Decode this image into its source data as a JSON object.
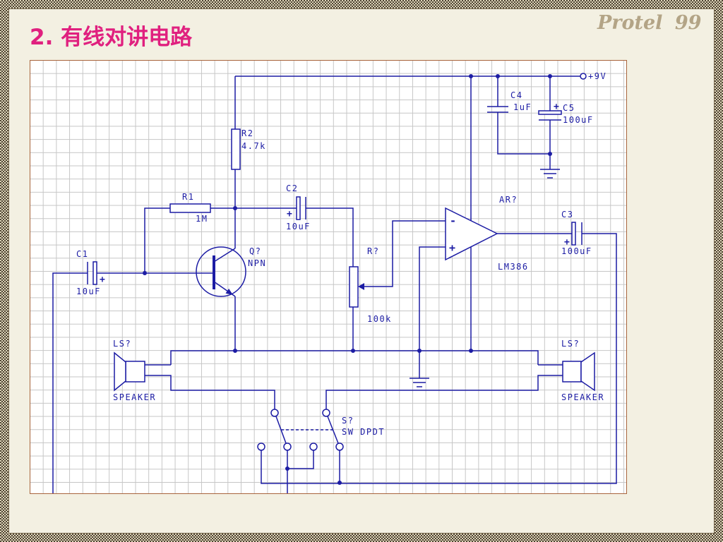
{
  "slide": {
    "title": "2. 有线对讲电路",
    "brand": "Protel 99"
  },
  "schematic": {
    "supply_label": "+9V",
    "marks": {
      "plus": "+",
      "minus": "-"
    },
    "c4": {
      "ref": "C4",
      "value": "1uF"
    },
    "c5": {
      "ref": "C5",
      "value": "100uF"
    },
    "r2": {
      "ref": "R2",
      "value": "4.7k"
    },
    "r1": {
      "ref": "R1",
      "value": "1M"
    },
    "c2": {
      "ref": "C2",
      "value": "10uF"
    },
    "opamp": {
      "ref": "AR?",
      "part": "LM386"
    },
    "c3": {
      "ref": "C3",
      "value": "100uF"
    },
    "q": {
      "ref": "Q?",
      "type": "NPN"
    },
    "c1": {
      "ref": "C1",
      "value": "10uF"
    },
    "pot": {
      "ref": "R?",
      "value": "100k"
    },
    "speaker_left": {
      "ref": "LS?",
      "type": "SPEAKER"
    },
    "speaker_right": {
      "ref": "LS?",
      "type": "SPEAKER"
    },
    "switch": {
      "ref": "S?",
      "type": "SW DPDT"
    }
  },
  "colors": {
    "title": "#e0207f",
    "brand": "#b3a486",
    "wire": "#1c1ca4",
    "grid": "#c6c6c6",
    "panel_border": "#a8643c",
    "slide_background": "#f3f0e2"
  }
}
